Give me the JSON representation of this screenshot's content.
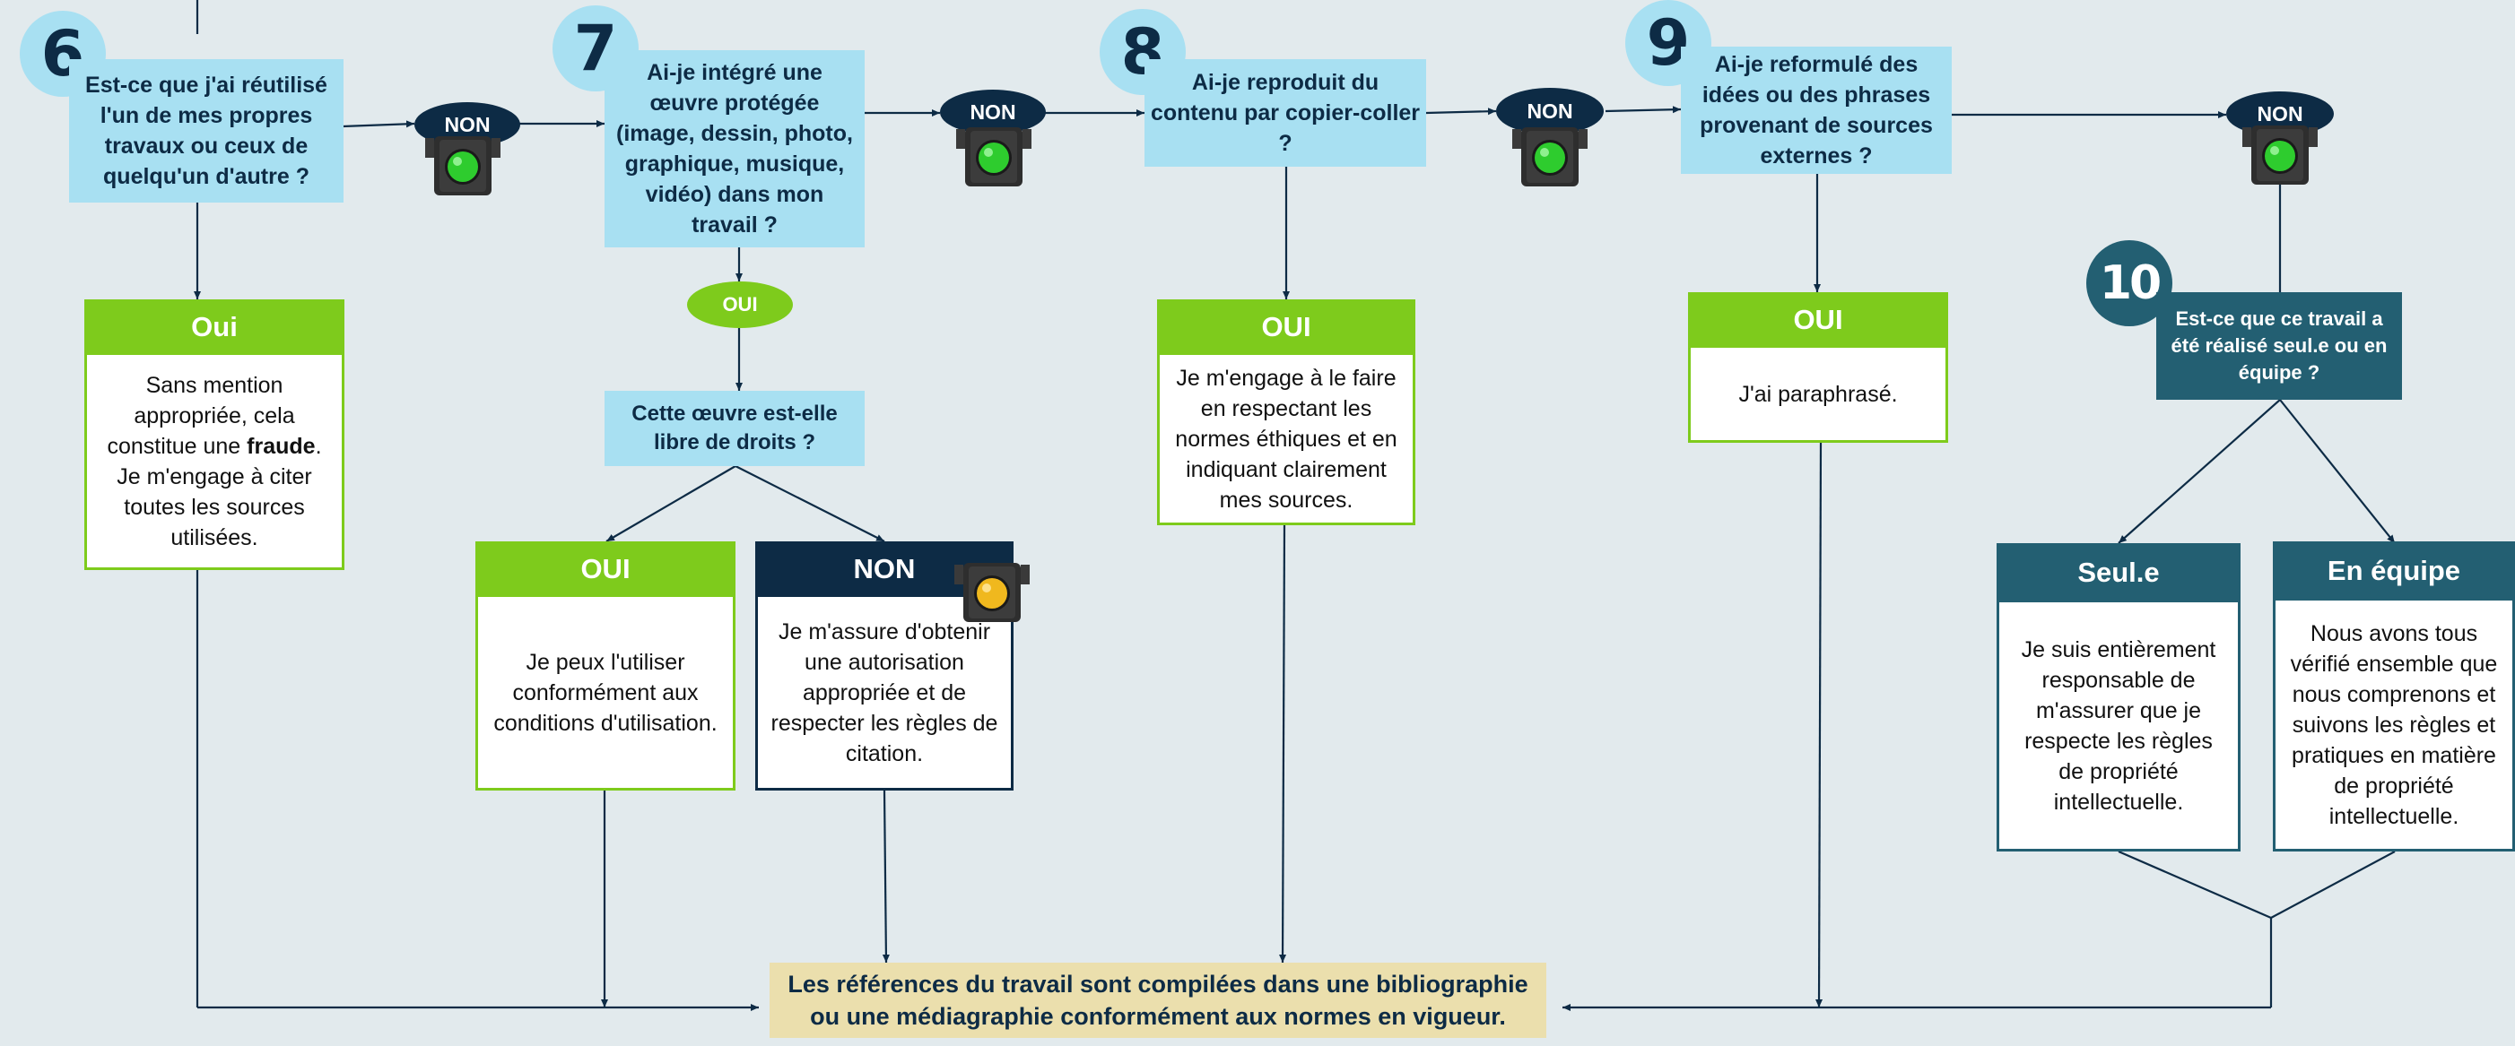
{
  "steps": [
    {
      "number": "6",
      "question": "Est-ce que j'ai réutilisé l'un de mes propres travaux ou ceux de quelqu'un d'autre ?"
    },
    {
      "number": "7",
      "question": "Ai-je intégré une œuvre protégée (image, dessin, photo, graphique, musique, vidéo) dans mon travail ?"
    },
    {
      "number": "8",
      "question": "Ai-je reproduit du contenu par copier-coller ?"
    },
    {
      "number": "9",
      "question": "Ai-je reformulé des idées ou des phrases provenant de sources externes ?"
    },
    {
      "number": "10",
      "question": "Est-ce que ce travail a été réalisé seul.e ou en équipe ?"
    }
  ],
  "non_labels": [
    "NON",
    "NON",
    "NON",
    "NON"
  ],
  "oui_pill": "OUI",
  "sub_question": "Cette œuvre est-elle libre de droits ?",
  "outcomes": {
    "q6_oui": {
      "header": "Oui",
      "text_before": "Sans mention appropriée, cela constitue une ",
      "text_bold": "fraude",
      "text_after": ". Je m'engage à citer toutes les sources utilisées."
    },
    "q7_oui": {
      "header": "OUI",
      "text": "Je peux l'utiliser conformément aux conditions d'utilisation."
    },
    "q7_non": {
      "header": "NON",
      "text": "Je m'assure d'obtenir une autorisation appropriée et de respecter les règles de citation."
    },
    "q8_oui": {
      "header": "OUI",
      "text": "Je m'engage à le faire en respectant les normes éthiques et en indiquant clairement mes sources."
    },
    "q9_oui": {
      "header": "OUI",
      "text": "J'ai paraphrasé."
    },
    "q10_seul": {
      "header": "Seul.e",
      "text": "Je suis entièrement responsable de m'assurer que je respecte les règles de propriété intellectuelle."
    },
    "q10_equipe": {
      "header": "En équipe",
      "text": "Nous avons tous vérifié ensemble que nous comprenons et suivons les règles et pratiques en matière de propriété intellectuelle."
    }
  },
  "final": {
    "line1": "Les références du travail sont compilées dans une bibliographie",
    "line2": "ou une médiagraphie conformément aux normes en vigueur."
  },
  "traffic_lights": [
    "green",
    "green",
    "green",
    "green",
    "amber"
  ],
  "colors": {
    "background": "#e2eaed",
    "question": "#a8e0f2",
    "oui": "#7ecb1c",
    "navy": "#0d2b45",
    "teal": "#235f72",
    "final": "#ebdfad",
    "line": "#0d2b45"
  }
}
